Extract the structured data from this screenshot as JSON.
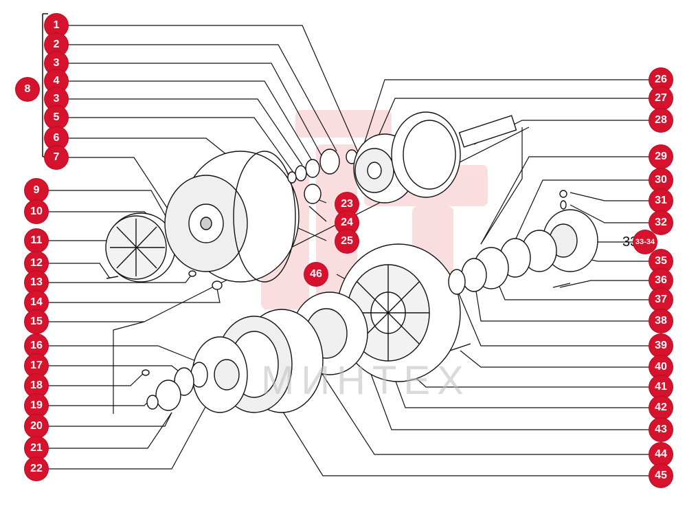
{
  "diagram": {
    "watermark_text": "МИНТЕХ",
    "accent_color": "#d6122d",
    "callout_33_prefix": "33",
    "callout_33_range": "33-34",
    "callouts": {
      "left": [
        "1",
        "2",
        "3",
        "4",
        "3",
        "5",
        "6",
        "7",
        "9",
        "10",
        "11",
        "12",
        "13",
        "14",
        "15",
        "16",
        "17",
        "18",
        "19",
        "20",
        "21",
        "22"
      ],
      "bracket_label": "8",
      "center": [
        "23",
        "24",
        "25",
        "46"
      ],
      "right": [
        "26",
        "27",
        "28",
        "29",
        "30",
        "31",
        "32",
        "35",
        "36",
        "37",
        "38",
        "39",
        "40",
        "41",
        "42",
        "43",
        "44",
        "45"
      ]
    }
  }
}
